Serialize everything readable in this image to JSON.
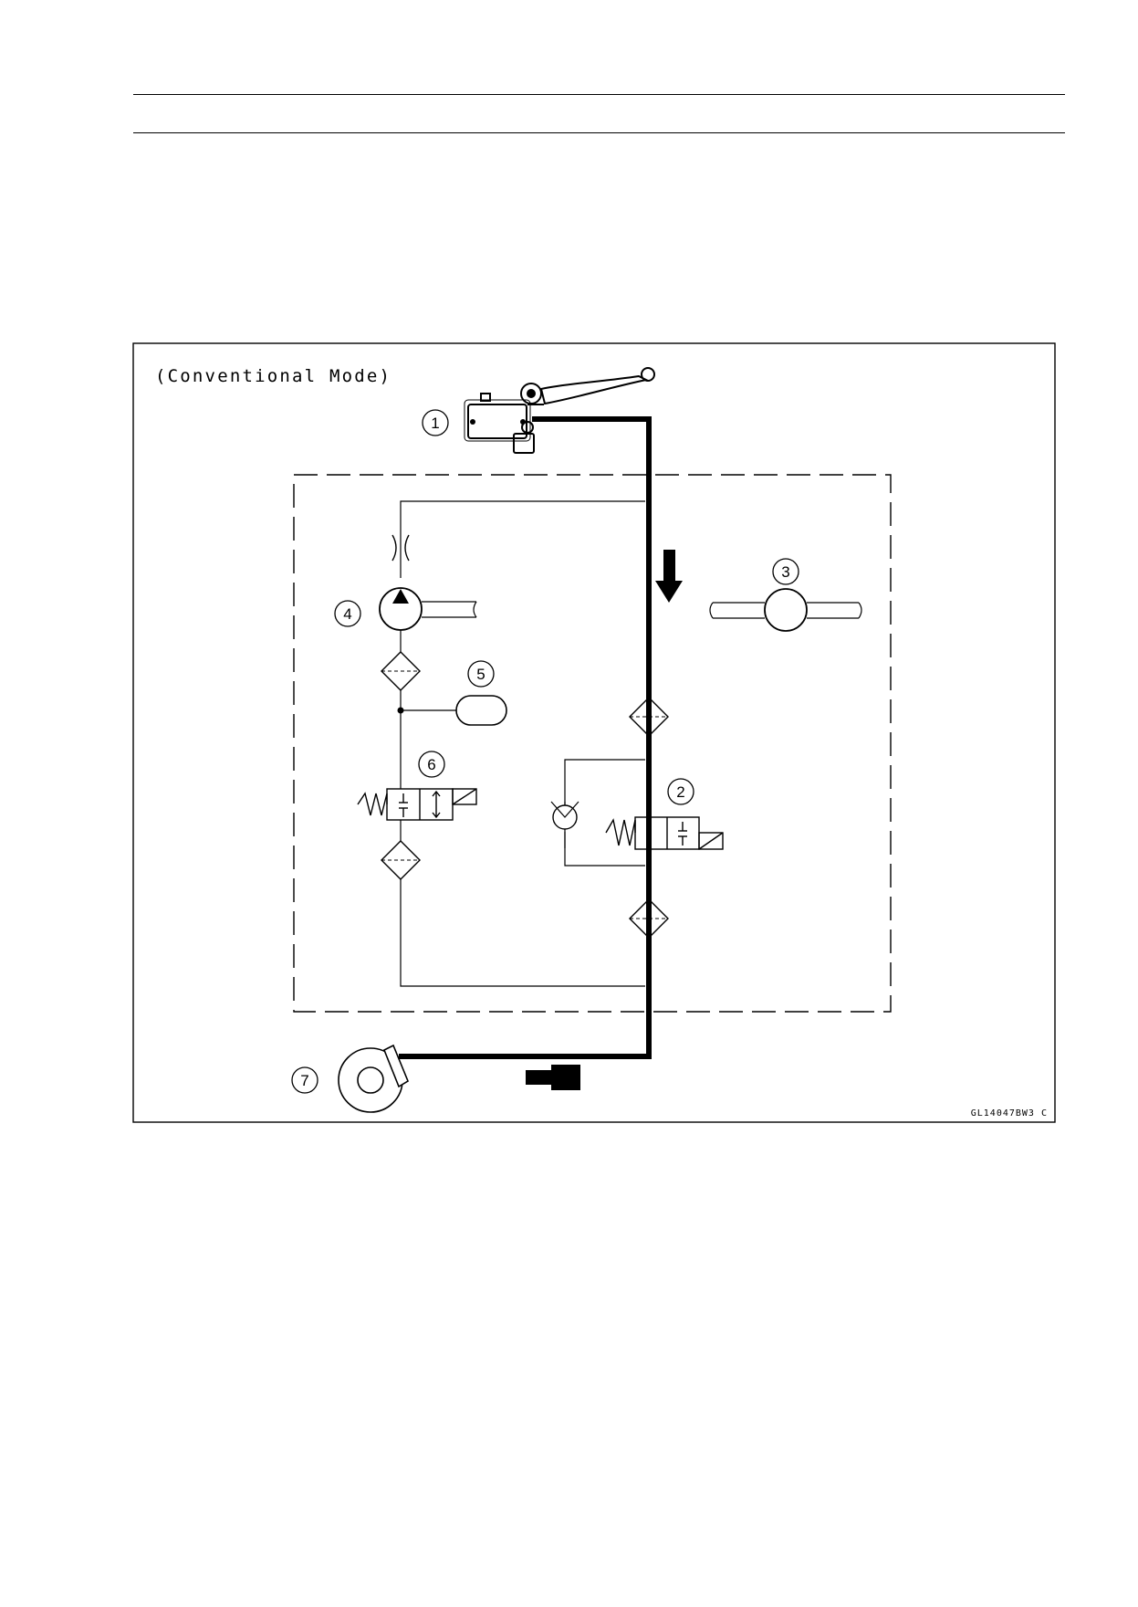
{
  "figure": {
    "mode_label": "(Conventional Mode)",
    "figure_id": "GL14047BW3 C",
    "callouts": [
      "1",
      "2",
      "3",
      "4",
      "5",
      "6",
      "7"
    ]
  }
}
